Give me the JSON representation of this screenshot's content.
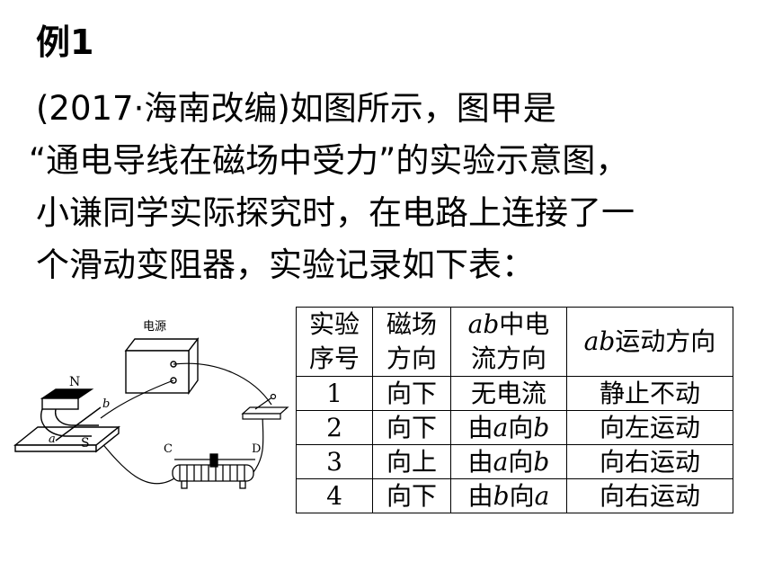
{
  "heading": "例1",
  "problem": {
    "lines": [
      "(2017·海南改编)如图所示，图甲是",
      "“通电导线在磁场中受力”的实验示意图，",
      "小谦同学实际探究时，在电路上连接了一",
      "个滑动变阻器，实验记录如下表："
    ]
  },
  "figure": {
    "power_label": "电源",
    "pole_n": "N",
    "pole_s": "S",
    "point_a": "a",
    "point_b": "b",
    "point_c": "C",
    "point_d": "D"
  },
  "table": {
    "headers": [
      {
        "l1": "实验",
        "l2": "序号"
      },
      {
        "l1": "磁场",
        "l2": "方向"
      },
      {
        "l1_it": "ab",
        "l1": "中电",
        "l2": "流方向"
      },
      {
        "it": "ab",
        "text": "运动方向"
      }
    ],
    "rows": [
      {
        "no": "1",
        "field": "向下",
        "cur": "无电流",
        "motion": "静止不动"
      },
      {
        "no": "2",
        "field": "向下",
        "cur_p1": "由",
        "cur_a": "a",
        "cur_p2": "向",
        "cur_b": "b",
        "motion": "向左运动"
      },
      {
        "no": "3",
        "field": "向上",
        "cur_p1": "由",
        "cur_a": "a",
        "cur_p2": "向",
        "cur_b": "b",
        "motion": "向右运动"
      },
      {
        "no": "4",
        "field": "向下",
        "cur_p1": "由",
        "cur_a": "b",
        "cur_p2": "向",
        "cur_b": "a",
        "motion": "向右运动"
      }
    ]
  }
}
